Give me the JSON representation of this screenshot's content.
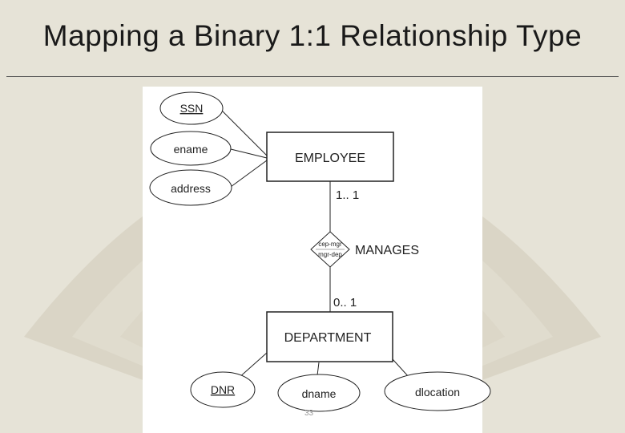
{
  "slide": {
    "title": "Mapping a Binary 1:1 Relationship Type",
    "page_number": "33"
  },
  "diagram": {
    "entities": {
      "employee": "EMPLOYEE",
      "department": "DEPARTMENT"
    },
    "relationship": {
      "name": "MANAGES",
      "role_top": "cep-mgr",
      "role_bottom": "mgr-dep"
    },
    "attributes": {
      "ssn": "SSN",
      "ename": "ename",
      "address": "address",
      "dnr": "DNR",
      "dname": "dname",
      "dlocation": "dlocation"
    },
    "cardinalities": {
      "employee_side": "1.. 1",
      "department_side": "0.. 1"
    }
  }
}
